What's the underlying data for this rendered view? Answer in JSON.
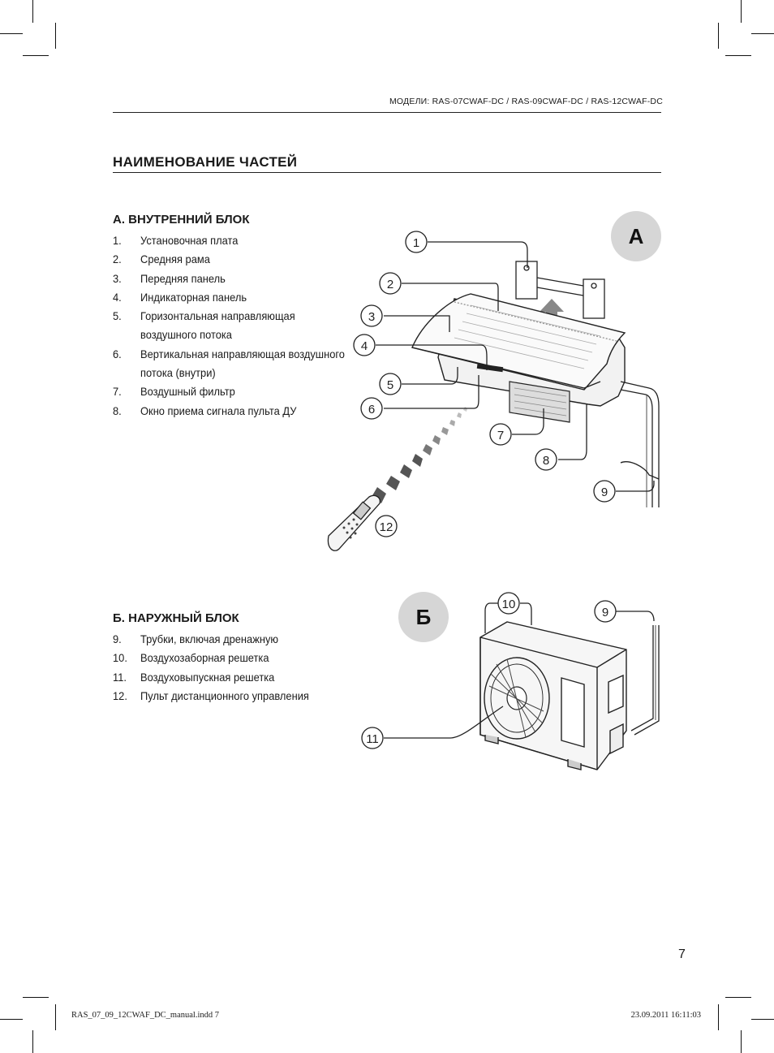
{
  "header": {
    "models": "МОДЕЛИ: RAS-07CWAF-DC / RAS-09CWAF-DC / RAS-12CWAF-DC"
  },
  "page_title": "НАИМЕНОВАНИЕ ЧАСТЕЙ",
  "indoor": {
    "title": "А. ВНУТРЕННИЙ БЛОК",
    "badge": "А",
    "items": [
      {
        "num": "1.",
        "label": "Установочная плата"
      },
      {
        "num": "2.",
        "label": "Средняя рама"
      },
      {
        "num": "3.",
        "label": "Передняя панель"
      },
      {
        "num": "4.",
        "label": "Индикаторная панель"
      },
      {
        "num": "5.",
        "label": "Горизонтальная направляющая воздушного потока"
      },
      {
        "num": "6.",
        "label": "Вертикальная направляющая воздушного потока (внутри)"
      },
      {
        "num": "7.",
        "label": "Воздушный фильтр"
      },
      {
        "num": "8.",
        "label": "Окно приема сигнала пульта ДУ"
      }
    ],
    "callouts": [
      "1",
      "2",
      "3",
      "4",
      "5",
      "6",
      "7",
      "8",
      "9",
      "12"
    ]
  },
  "outdoor": {
    "title": "Б. НАРУЖНЫЙ БЛОК",
    "badge": "Б",
    "items": [
      {
        "num": "9.",
        "label": "Трубки, включая дренажную"
      },
      {
        "num": "10.",
        "label": "Воздухозаборная решетка"
      },
      {
        "num": "11.",
        "label": "Воздуховыпускная решетка"
      },
      {
        "num": "12.",
        "label": "Пульт дистанционного управления"
      }
    ],
    "callouts": [
      "10",
      "9",
      "11"
    ]
  },
  "page_number": "7",
  "footer": {
    "file": "RAS_07_09_12CWAF_DC_manual.indd   7",
    "date": "23.09.2011   16:11:03"
  }
}
